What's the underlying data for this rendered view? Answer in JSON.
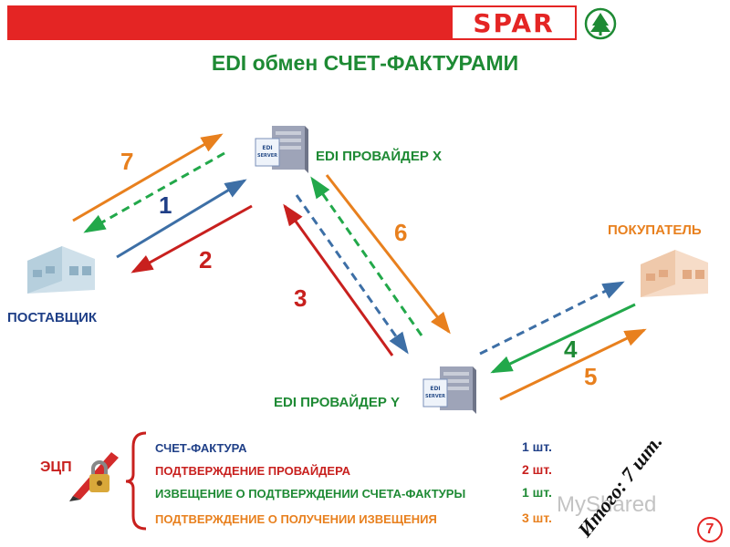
{
  "header": {
    "brand": "SPAR"
  },
  "title": "EDI обмен СЧЕТ-ФАКТУРАМИ",
  "nodes": {
    "supplier": "ПОСТАВЩИК",
    "provider_x": "EDI ПРОВАЙДЕР X",
    "provider_y": "EDI ПРОВАЙДЕР Y",
    "buyer": "ПОКУПАТЕЛЬ",
    "server_text": "EDI SERVER"
  },
  "steps": [
    "1",
    "2",
    "3",
    "4",
    "5",
    "6",
    "7"
  ],
  "legend": {
    "ecp": "ЭЦП",
    "items": [
      {
        "label": "СЧЕТ-ФАКТУРА",
        "qty": "1 шт.",
        "color": "#1f3f87"
      },
      {
        "label": "ПОДТВЕРЖДЕНИЕ ПРОВАЙДЕРА",
        "qty": "2 шт.",
        "color": "#c8201e"
      },
      {
        "label": "ИЗВЕЩЕНИЕ О ПОДТВЕРЖДЕНИИ СЧЕТА-ФАКТУРЫ",
        "qty": "1 шт.",
        "color": "#1e8a34"
      },
      {
        "label": "ПОДТВЕРЖДЕНИЕ О ПОЛУЧЕНИИ ИЗВЕЩЕНИЯ",
        "qty": "3 шт.",
        "color": "#e8801e"
      }
    ],
    "total": "Итого: 7 шт."
  },
  "watermark": "MyShared",
  "page_number": "7",
  "colors": {
    "blue": "#3d6fa6",
    "red": "#c8201e",
    "green": "#22a84a",
    "orange": "#e8801e",
    "brand": "#e42524"
  }
}
